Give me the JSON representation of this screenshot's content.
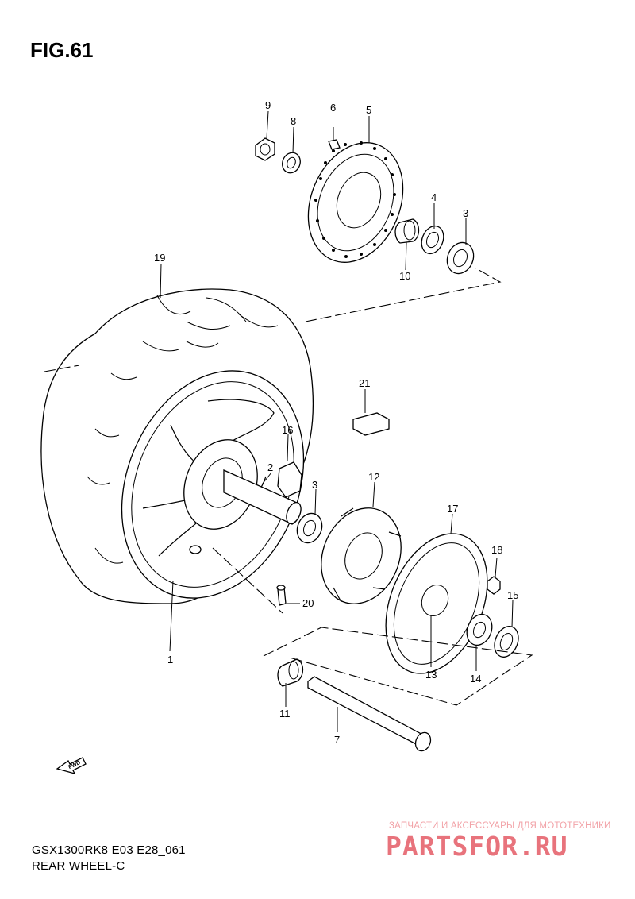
{
  "figure": {
    "title": "FIG.61",
    "model_code": "GSX1300RK8 E03 E28_061",
    "section_name": "REAR WHEEL-C",
    "fwd_label": "FWD"
  },
  "callouts": [
    "1",
    "2",
    "3",
    "3",
    "4",
    "5",
    "6",
    "7",
    "8",
    "9",
    "10",
    "11",
    "12",
    "13",
    "14",
    "15",
    "16",
    "17",
    "18",
    "19",
    "20",
    "21"
  ],
  "watermark": {
    "tagline": "ЗАПЧАСТИ И АКСЕССУАРЫ ДЛЯ МОТОТЕХНИКИ",
    "brand": "PARTSFOR.RU"
  }
}
